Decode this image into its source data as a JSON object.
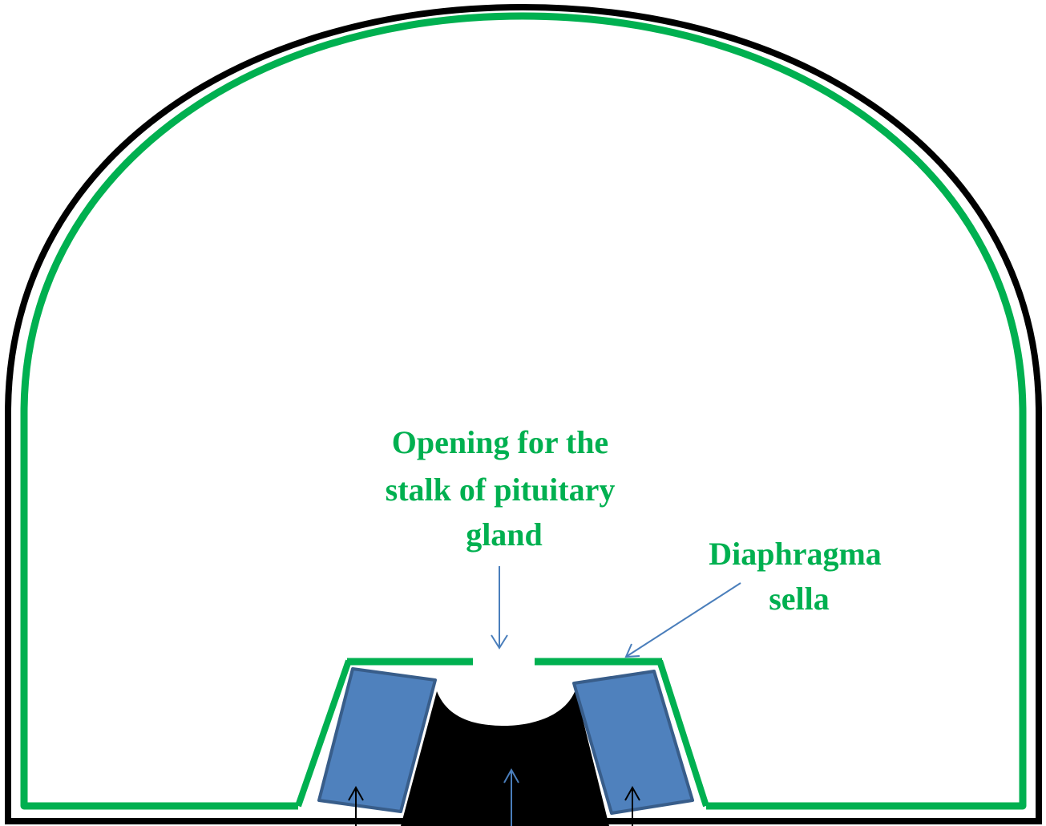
{
  "labels": {
    "stalk_opening": [
      "Opening for the",
      "stalk of pituitary",
      "gland"
    ],
    "diaphragma": [
      "Diaphragma",
      "sella"
    ]
  },
  "colors": {
    "dura_green": "#00b050",
    "skull_black": "#000000",
    "clinoid_blue": "#4f81bd",
    "clinoid_border": "#385d8a",
    "arrow_blue": "#4a7ebb",
    "arrow_black": "#000000"
  }
}
